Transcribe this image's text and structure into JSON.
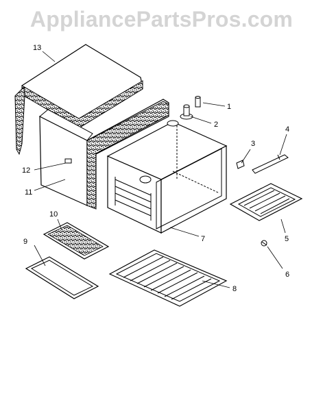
{
  "watermark": "AppliancePartsPros.com",
  "callouts": [
    {
      "id": "c1",
      "label": "1"
    },
    {
      "id": "c2",
      "label": "2"
    },
    {
      "id": "c3",
      "label": "3"
    },
    {
      "id": "c4",
      "label": "4"
    },
    {
      "id": "c5",
      "label": "5"
    },
    {
      "id": "c6",
      "label": "6"
    },
    {
      "id": "c7",
      "label": "7"
    },
    {
      "id": "c8",
      "label": "8"
    },
    {
      "id": "c9",
      "label": "9"
    },
    {
      "id": "c10",
      "label": "10"
    },
    {
      "id": "c11",
      "label": "11"
    },
    {
      "id": "c12",
      "label": "12"
    },
    {
      "id": "c13",
      "label": "13"
    }
  ]
}
